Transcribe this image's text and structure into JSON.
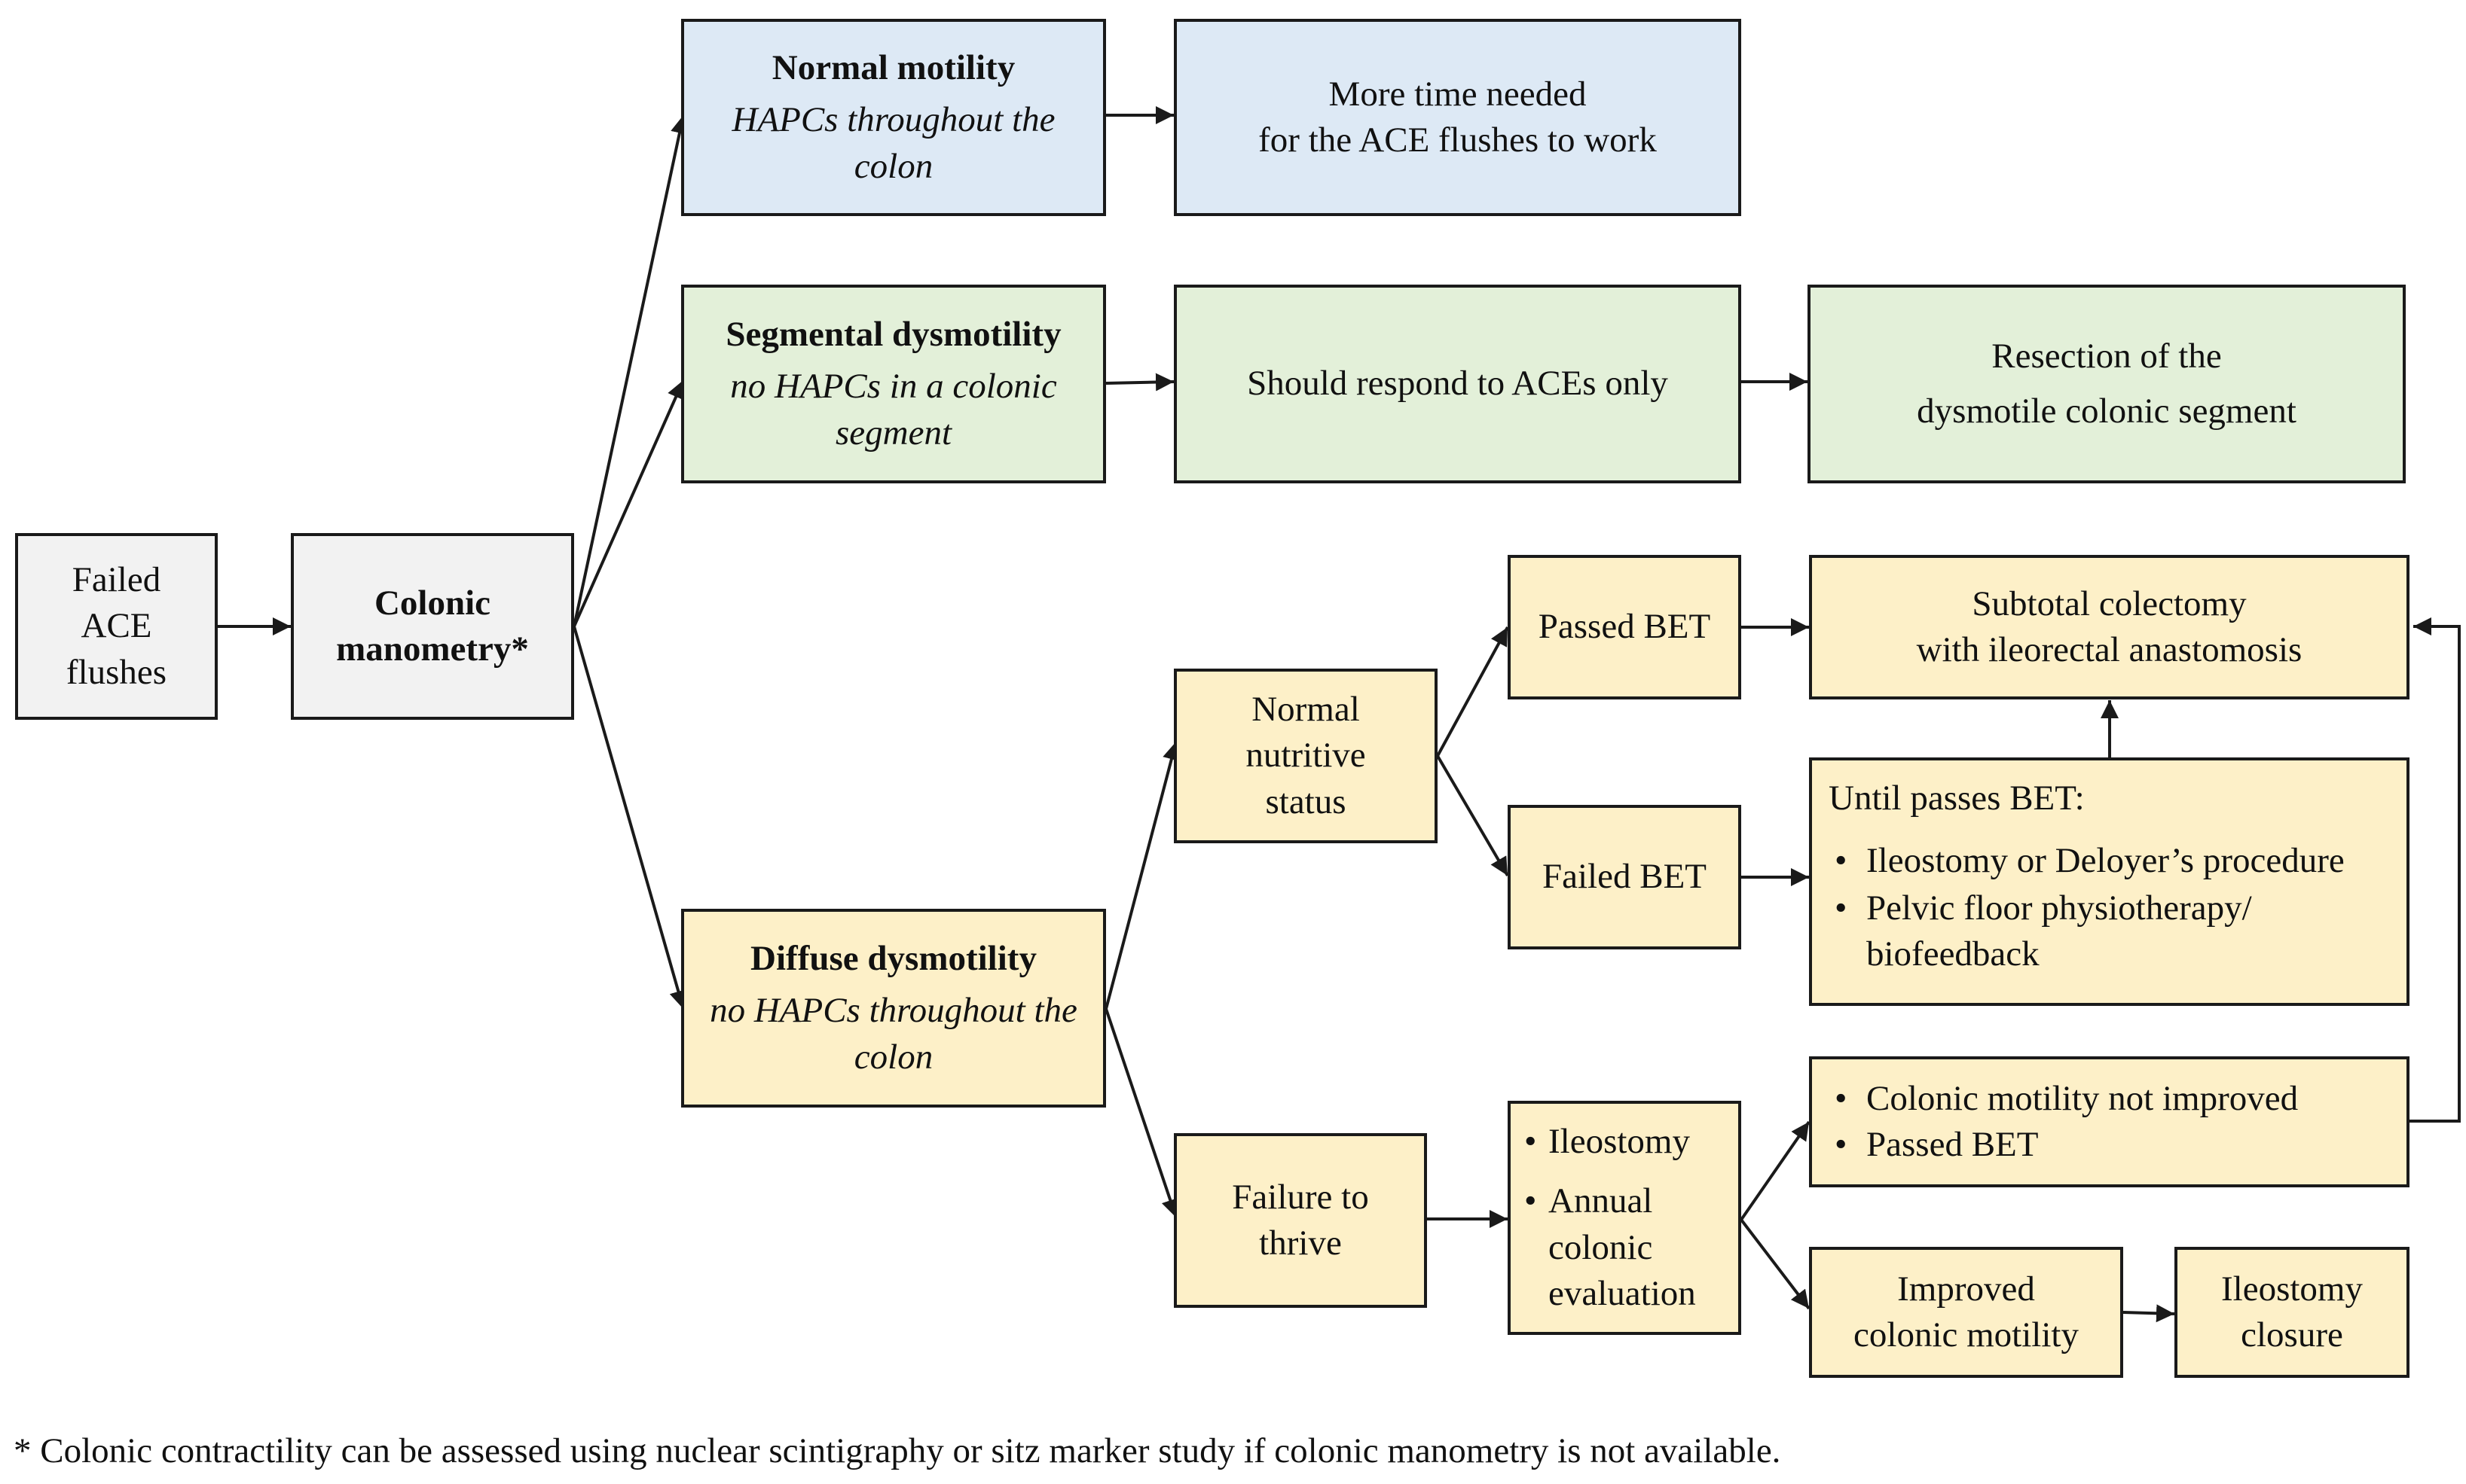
{
  "nodes": {
    "failed_ace": {
      "lines": [
        "Failed",
        "ACE",
        "flushes"
      ]
    },
    "colonic_manometry": {
      "lines": [
        "Colonic",
        "manometry*"
      ]
    },
    "normal_motility": {
      "title": "Normal motility",
      "subtitle": "HAPCs throughout the colon"
    },
    "more_time": {
      "lines": [
        "More time needed",
        "for the ACE flushes to work"
      ]
    },
    "segmental": {
      "title": "Segmental dysmotility",
      "subtitle": "no HAPCs in a colonic segment"
    },
    "respond_aces": {
      "lines": [
        "Should respond to ACEs only"
      ]
    },
    "resection": {
      "lines": [
        "Resection of the",
        "dysmotile colonic segment"
      ]
    },
    "diffuse": {
      "title": "Diffuse dysmotility",
      "subtitle": "no HAPCs throughout the colon"
    },
    "normal_nutritive": {
      "lines": [
        "Normal",
        "nutritive",
        "status"
      ]
    },
    "passed_bet": {
      "lines": [
        "Passed BET"
      ]
    },
    "subtotal": {
      "lines": [
        "Subtotal colectomy",
        "with ileorectal anastomosis"
      ]
    },
    "failed_bet": {
      "lines": [
        "Failed BET"
      ]
    },
    "until_passes": {
      "heading": "Until passes BET:",
      "bullets": [
        "Ileostomy or Deloyer’s procedure",
        "Pelvic floor physiotherapy/ biofeedback"
      ]
    },
    "failure_thrive": {
      "lines": [
        "Failure to",
        "thrive"
      ]
    },
    "ileostomy_eval": {
      "bullets": [
        "Ileostomy",
        "Annual colonic evaluation"
      ]
    },
    "not_improved": {
      "bullets": [
        "Colonic motility not improved",
        "Passed BET"
      ]
    },
    "improved": {
      "lines": [
        "Improved",
        "colonic motility"
      ]
    },
    "closure": {
      "lines": [
        "Ileostomy",
        "closure"
      ]
    }
  },
  "footnote": "* Colonic contractility can be assessed using nuclear scintigraphy or sitz marker study if colonic manometry is not available.",
  "colors": {
    "gray": "#f2f2f2",
    "blue": "#dde9f5",
    "green": "#e3f0d9",
    "yellow": "#fdf0c8",
    "border": "#1a1a1a"
  }
}
